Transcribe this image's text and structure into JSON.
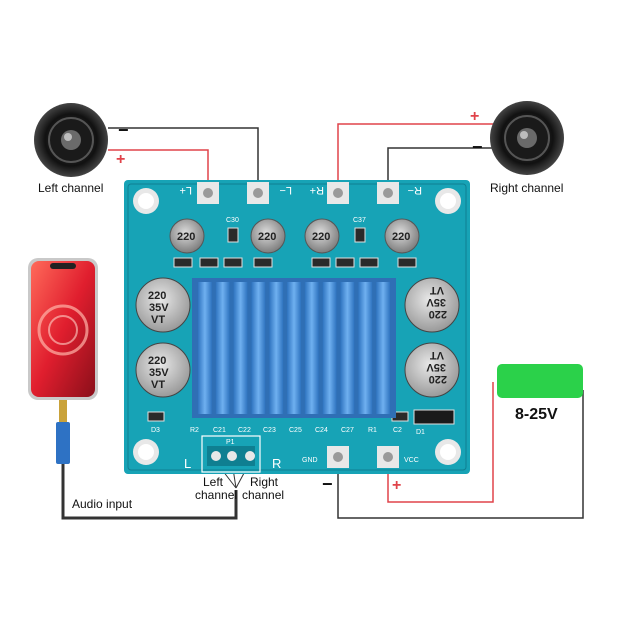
{
  "labels": {
    "left_speaker": "Left channel",
    "right_speaker": "Right channel",
    "audio_input": "Audio input",
    "jack_left": "Left channel",
    "jack_right": "Right channel",
    "voltage": "8-25V"
  },
  "polarity": {
    "minus": "−",
    "plus": "+"
  },
  "board": {
    "terminals": [
      "L+",
      "L−",
      "R+",
      "R−"
    ],
    "caps_small": [
      "220",
      "220",
      "220",
      "220"
    ],
    "caps_big": [
      "220",
      "35V",
      "VT"
    ],
    "silk": {
      "c30": "C30",
      "c37": "C37",
      "d3": "D3",
      "d1": "D1",
      "gnd": "GND",
      "vcc": "VCC",
      "p1": "P1",
      "ch_l": "L",
      "ch_r": "R",
      "bottom_refs": [
        "R2",
        "C21",
        "C22",
        "C23",
        "C25",
        "C24",
        "C27",
        "R1",
        "C2"
      ]
    }
  },
  "colors": {
    "pcb": "#17a3b6",
    "pcb_dark": "#0f7f91",
    "heatsink": "#3b87d6",
    "wire_red": "#e0434a",
    "wire_black": "#333333",
    "battery": "#2bd14a"
  }
}
